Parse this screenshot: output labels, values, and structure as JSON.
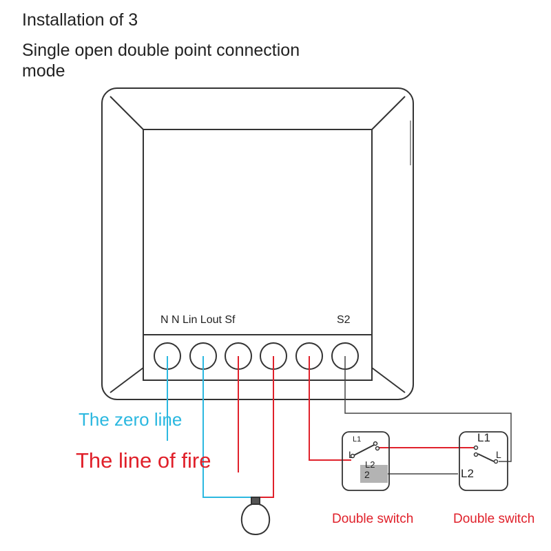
{
  "header": {
    "title": "Installation of 3",
    "subtitle": "Single open double point connection mode"
  },
  "module": {
    "terminal_labels": "N N Lin Lout Sf",
    "s2_label": "S2"
  },
  "legend": {
    "zero_line": "The zero line",
    "fire_line": "The line of fire"
  },
  "switch_left": {
    "l1": "L1",
    "l": "L",
    "l2": "L2",
    "tag": "2",
    "caption": "Double switch"
  },
  "switch_right": {
    "l1": "L1",
    "l": "L",
    "l2": "L2",
    "caption": "Double switch"
  },
  "colors": {
    "zero_line": "#2bb8e0",
    "fire_line": "#e0202a",
    "device_outline": "#333333",
    "caption": "#e0202a"
  }
}
